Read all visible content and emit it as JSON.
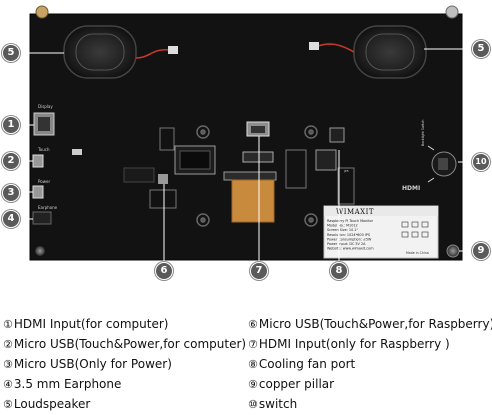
{
  "callouts": [
    {
      "id": "1",
      "symbol": "①",
      "label": "HDMI Input(for computer)"
    },
    {
      "id": "2",
      "symbol": "②",
      "label": "Micro USB(Touch&Power,for computer)"
    },
    {
      "id": "3",
      "symbol": "③",
      "label": "Micro USB(Only for Power)"
    },
    {
      "id": "4",
      "symbol": "④",
      "label": "3.5 mm Earphone"
    },
    {
      "id": "5",
      "symbol": "⑤",
      "label": "Loudspeaker"
    },
    {
      "id": "6",
      "symbol": "⑥",
      "label": "Micro USB(Touch&Power,for Raspberry)"
    },
    {
      "id": "7",
      "symbol": "⑦",
      "label": "HDMI Input(only for Raspberry )"
    },
    {
      "id": "8",
      "symbol": "⑧",
      "label": "Cooling fan port"
    },
    {
      "id": "9",
      "symbol": "⑨",
      "label": "copper pillar"
    },
    {
      "id": "10",
      "symbol": "⑩",
      "label": "switch"
    }
  ],
  "board": {
    "port_labels": [
      "Display",
      "Touch",
      "Power",
      "Earphone"
    ],
    "brand": "WIMAXIT",
    "nameplate_lines": [
      "Raspberry Pi Touch Monitor",
      "Model No.: M1012",
      "Screen Size: 10.1\"",
      "Resolution: 1024*600 IPS",
      "Power Consumption: ≤5W",
      "Power Input: DC 5V 2A",
      "Website: www.wimaxit.com"
    ],
    "made_in": "Made in China",
    "hdmi_logo": "HDMI",
    "switch_label": "Backlight Switch",
    "chip_labels": [
      "JP5",
      "JP6"
    ],
    "colors": {
      "panel": "#121212",
      "copper": "#c8a265",
      "flex_cable": "#c88a3c",
      "speaker": "#2a2a2a",
      "wire_red": "#c0392b"
    }
  }
}
